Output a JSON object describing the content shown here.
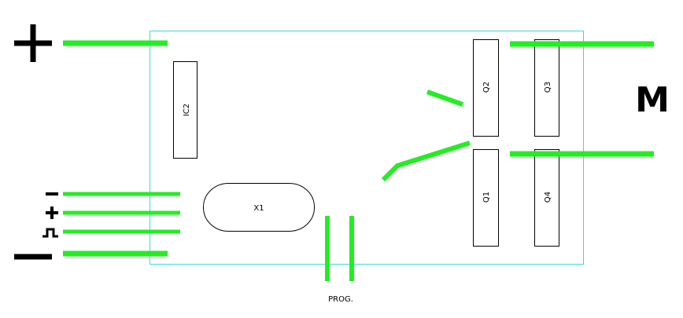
{
  "colors": {
    "wire": "#22ee22",
    "board_outline": "#33dddd",
    "component_outline": "#000000",
    "background": "#ffffff"
  },
  "components": {
    "ic2": "IC2",
    "x1": "X1",
    "q1": "Q1",
    "q2": "Q2",
    "q3": "Q3",
    "q4": "Q4"
  },
  "labels": {
    "motor": "M",
    "prog": "PROG."
  },
  "symbols": {
    "power_plus": "plus-symbol",
    "power_minus": "minus-symbol",
    "signal_minus": "minus-symbol",
    "signal_plus": "plus-symbol",
    "signal_pulse": "pulse-symbol"
  }
}
